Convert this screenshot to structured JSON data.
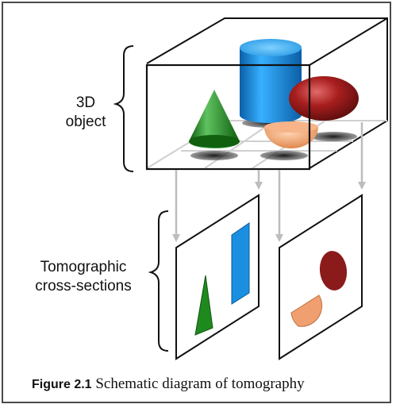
{
  "labels": {
    "object_line1": "3D",
    "object_line2": "object",
    "sections_line1": "Tomographic",
    "sections_line2": "cross-sections"
  },
  "caption": {
    "figure_number": "Figure 2.1",
    "text": "Schematic diagram of tomography"
  },
  "colors": {
    "cylinder": "#1a8fe0",
    "cone": "#1e8a1e",
    "ellipsoid": "#8b1a1a",
    "hemisphere": "#f0a070",
    "arrow": "#bdbdbd",
    "frame": "#4a4a4a"
  }
}
